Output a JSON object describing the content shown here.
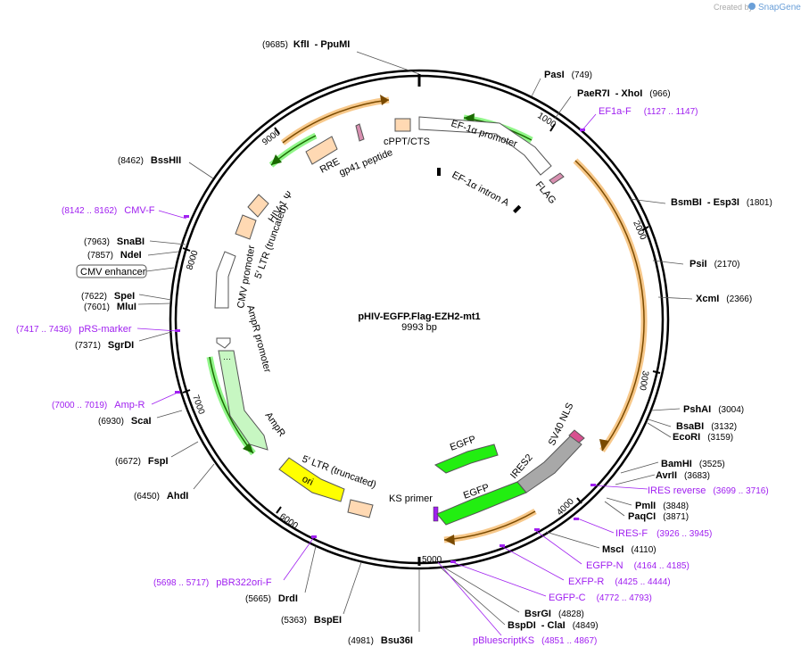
{
  "credit": {
    "prefix": "Created by",
    "brand": "SnapGene"
  },
  "plasmid": {
    "name": "pHIV-EGFP.Flag-EZH2-mt1",
    "size": "9993 bp"
  },
  "ticks": [
    "1000",
    "2000",
    "3000",
    "4000",
    "5000",
    "6000",
    "7000",
    "8000",
    "9000"
  ],
  "enzymes": [
    {
      "pos": "(9685)",
      "name": "KflI",
      "name2": "- PpuMI"
    },
    {
      "name": "PasI",
      "pos": "(749)"
    },
    {
      "name": "PaeR7I",
      "name2": "- XhoI",
      "pos": "(966)"
    },
    {
      "name": "BsmBI",
      "name2": "- Esp3I",
      "pos": "(1801)"
    },
    {
      "name": "PsiI",
      "pos": "(2170)"
    },
    {
      "name": "XcmI",
      "pos": "(2366)"
    },
    {
      "name": "PshAI",
      "pos": "(3004)"
    },
    {
      "name": "BsaBI",
      "pos": "(3132)"
    },
    {
      "name": "EcoRI",
      "pos": "(3159)"
    },
    {
      "name": "BamHI",
      "pos": "(3525)"
    },
    {
      "name": "AvrII",
      "pos": "(3683)"
    },
    {
      "name": "PmlI",
      "pos": "(3848)"
    },
    {
      "name": "PaqCI",
      "pos": "(3871)"
    },
    {
      "name": "MscI",
      "pos": "(4110)"
    },
    {
      "name": "BsrGI",
      "pos": "(4828)"
    },
    {
      "name": "BspDI",
      "name2": "- ClaI",
      "pos": "(4849)"
    },
    {
      "pos": "(4981)",
      "name": "Bsu36I"
    },
    {
      "pos": "(5363)",
      "name": "BspEI"
    },
    {
      "pos": "(5665)",
      "name": "DrdI"
    },
    {
      "pos": "(6450)",
      "name": "AhdI"
    },
    {
      "pos": "(6672)",
      "name": "FspI"
    },
    {
      "pos": "(6930)",
      "name": "ScaI"
    },
    {
      "pos": "(7371)",
      "name": "SgrDI"
    },
    {
      "pos": "(7601)",
      "name": "MluI"
    },
    {
      "pos": "(7622)",
      "name": "SpeI"
    },
    {
      "pos": "(7857)",
      "name": "NdeI"
    },
    {
      "pos": "(7963)",
      "name": "SnaBI"
    },
    {
      "pos": "(8462)",
      "name": "BssHII"
    }
  ],
  "primers": [
    {
      "name": "EF1a-F",
      "pos": "(1127 .. 1147)"
    },
    {
      "name": "IRES reverse",
      "pos": "(3699 .. 3716)"
    },
    {
      "name": "IRES-F",
      "pos": "(3926 .. 3945)"
    },
    {
      "name": "EGFP-N",
      "pos": "(4164 .. 4185)"
    },
    {
      "name": "EXFP-R",
      "pos": "(4425 .. 4444)"
    },
    {
      "name": "EGFP-C",
      "pos": "(4772 .. 4793)"
    },
    {
      "name": "pBluescriptKS",
      "pos": "(4851 .. 4867)"
    },
    {
      "pos": "(5698 .. 5717)",
      "name": "pBR322ori-F"
    },
    {
      "pos": "(7000 .. 7019)",
      "name": "Amp-R"
    },
    {
      "pos": "(7417 .. 7436)",
      "name": "pRS-marker"
    },
    {
      "pos": "(8142 .. 8162)",
      "name": "CMV-F"
    }
  ],
  "misc_feature": {
    "name": "CMV enhancer"
  },
  "features": {
    "cppt": "cPPT/CTS",
    "ef1a_promoter": "EF-1α promoter",
    "ef1a_intron": "EF-1α intron A",
    "flag": "FLAG",
    "rre": "RRE",
    "gp41": "gp41 peptide",
    "hiv_psi": "HIV-1 Ψ",
    "ltr5_top": "5′ LTR (truncated)",
    "cmv_promoter": "CMV promoter",
    "amp_promoter": "AmpR promoter",
    "ampr": "AmpR",
    "ltr5_bottom": "5′ LTR (truncated)",
    "ori": "ori",
    "ks_primer": "KS primer",
    "egfp_top": "EGFP",
    "egfp_bottom": "EGFP",
    "sv40": "SV40 NLS",
    "ires2": "IRES2"
  },
  "colors": {
    "orf_orange": "#f2a43c",
    "green_gene": "#22ee11",
    "promoter_white": "#ffffff",
    "misc_peach": "#ffd9b3",
    "ires_gray": "#a8a8a8",
    "primer_purple": "#a020f0",
    "ori_yellow": "#ffff00",
    "ampr_light": "#c7f7c2"
  }
}
